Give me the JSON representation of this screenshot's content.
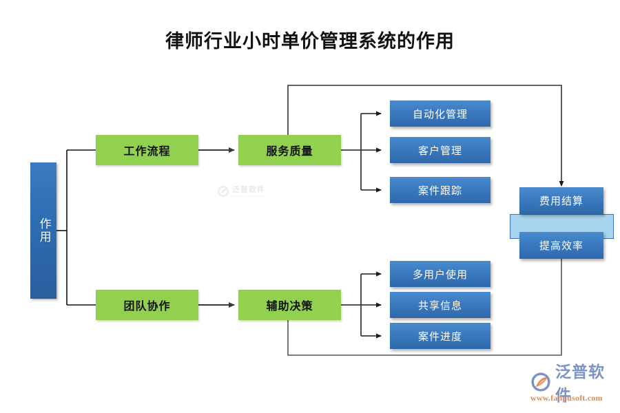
{
  "page": {
    "title": "律师行业小时单价管理系统的作用"
  },
  "diagram": {
    "root": {
      "label": "作用"
    },
    "branches": [
      {
        "label": "工作流程"
      },
      {
        "label": "团队协作"
      }
    ],
    "mid": [
      {
        "label": "服务质量"
      },
      {
        "label": "辅助决策"
      }
    ],
    "leaves_top": [
      {
        "label": "自动化管理"
      },
      {
        "label": "客户管理"
      },
      {
        "label": "案件跟踪"
      }
    ],
    "leaves_bottom": [
      {
        "label": "多用户使用"
      },
      {
        "label": "共享信息"
      },
      {
        "label": "案件进度"
      }
    ],
    "outcomes": [
      {
        "label": "费用结算"
      },
      {
        "label": "提高效率"
      }
    ],
    "colors": {
      "green": "#92D050",
      "blue_light": "#4A8BCD",
      "blue_dark": "#2E68AB",
      "highlight": "#A8D4EF",
      "line": "#333333"
    }
  },
  "watermark": {
    "cn": "泛普软件",
    "en": "FANPU SOFTWARE"
  },
  "logo": {
    "cn": "泛普软件",
    "url": "www.fanpusoft.com"
  }
}
